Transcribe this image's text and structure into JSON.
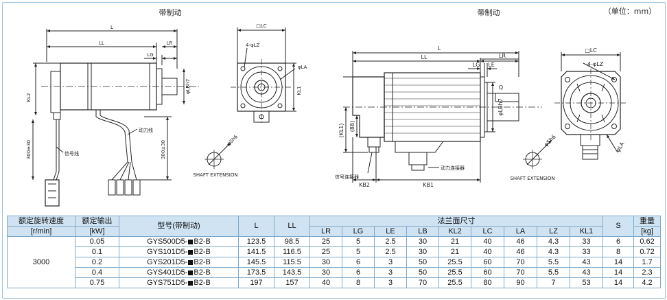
{
  "drawing": {
    "left_title": "带制动",
    "right_title": "带制动",
    "unit_note": "（单位：mm）",
    "left_labels": {
      "L": "L",
      "LL": "LL",
      "LG": "LG",
      "LR": "LR",
      "LC": "□LC",
      "LZ": "4-φLZ",
      "LA": "φLA",
      "LB": "φLBh7",
      "KL2": "KL2",
      "KL1": "KL1",
      "len1": "300±30",
      "len2": "300±30",
      "signal": "信号线",
      "power": "动力线",
      "shaft_dim": "φSh6",
      "shaft_ext": "SHAFT EXTENSION"
    },
    "right_labels": {
      "L": "L",
      "LL": "LL",
      "LG": "LG",
      "LE": "LE",
      "LR": "LR",
      "Q": "Q",
      "LC": "□LC",
      "LZ": "4-φLZ",
      "LA": "φLA",
      "LB": "φLBh7",
      "KL1": "(KL1)",
      "v88": "(88)",
      "KB2": "KB2",
      "KB1": "KB1",
      "power_conn": "动力连接器",
      "signal_conn": "信号连接器",
      "shaft_dim": "φSh6",
      "shaft_ext": "SHAFT EXTENSION"
    }
  },
  "table": {
    "headers": {
      "speed": "额定旋转速度",
      "speed_unit": "[r/min]",
      "output": "额定输出",
      "output_unit": "[kW]",
      "model": "型号(带制动)",
      "L": "L",
      "LL": "LL",
      "flange": "法兰面尺寸",
      "S": "S",
      "weight": "重量",
      "weight_unit": "[kg]",
      "sub": [
        "LR",
        "LG",
        "LE",
        "LB",
        "KL2",
        "LC",
        "LA",
        "LZ",
        "KL1"
      ]
    },
    "speed_value": "3000",
    "rows": [
      {
        "output": "0.05",
        "model_a": "GYS500D5-",
        "model_b": "B2-B",
        "L": "123.5",
        "LL": "98.5",
        "LR": "25",
        "LG": "5",
        "LE": "2.5",
        "LB": "30",
        "KL2": "21",
        "LC": "40",
        "LA": "46",
        "LZ": "4.3",
        "KL1": "33",
        "S": "6",
        "weight": "0.62"
      },
      {
        "output": "0.1",
        "model_a": "GYS101D5-",
        "model_b": "B2-B",
        "L": "141.5",
        "LL": "116.5",
        "LR": "25",
        "LG": "5",
        "LE": "2.5",
        "LB": "30",
        "KL2": "21",
        "LC": "40",
        "LA": "46",
        "LZ": "4.3",
        "KL1": "33",
        "S": "8",
        "weight": "0.72"
      },
      {
        "output": "0.2",
        "model_a": "GYS201D5-",
        "model_b": "B2-B",
        "L": "145.5",
        "LL": "115.5",
        "LR": "30",
        "LG": "6",
        "LE": "3",
        "LB": "50",
        "KL2": "25.5",
        "LC": "60",
        "LA": "70",
        "LZ": "5.5",
        "KL1": "43",
        "S": "14",
        "weight": "1.7"
      },
      {
        "output": "0.4",
        "model_a": "GYS401D5-",
        "model_b": "B2-B",
        "L": "173.5",
        "LL": "143.5",
        "LR": "30",
        "LG": "6",
        "LE": "3",
        "LB": "50",
        "KL2": "25.5",
        "LC": "60",
        "LA": "70",
        "LZ": "5.5",
        "KL1": "43",
        "S": "14",
        "weight": "2.3"
      },
      {
        "output": "0.75",
        "model_a": "GYS751D5-",
        "model_b": "B2-B",
        "L": "197",
        "LL": "157",
        "LR": "40",
        "LG": "8",
        "LE": "3",
        "LB": "70",
        "KL2": "25.5",
        "LC": "80",
        "LA": "90",
        "LZ": "7",
        "KL1": "53",
        "S": "14",
        "weight": "4.2"
      }
    ]
  }
}
